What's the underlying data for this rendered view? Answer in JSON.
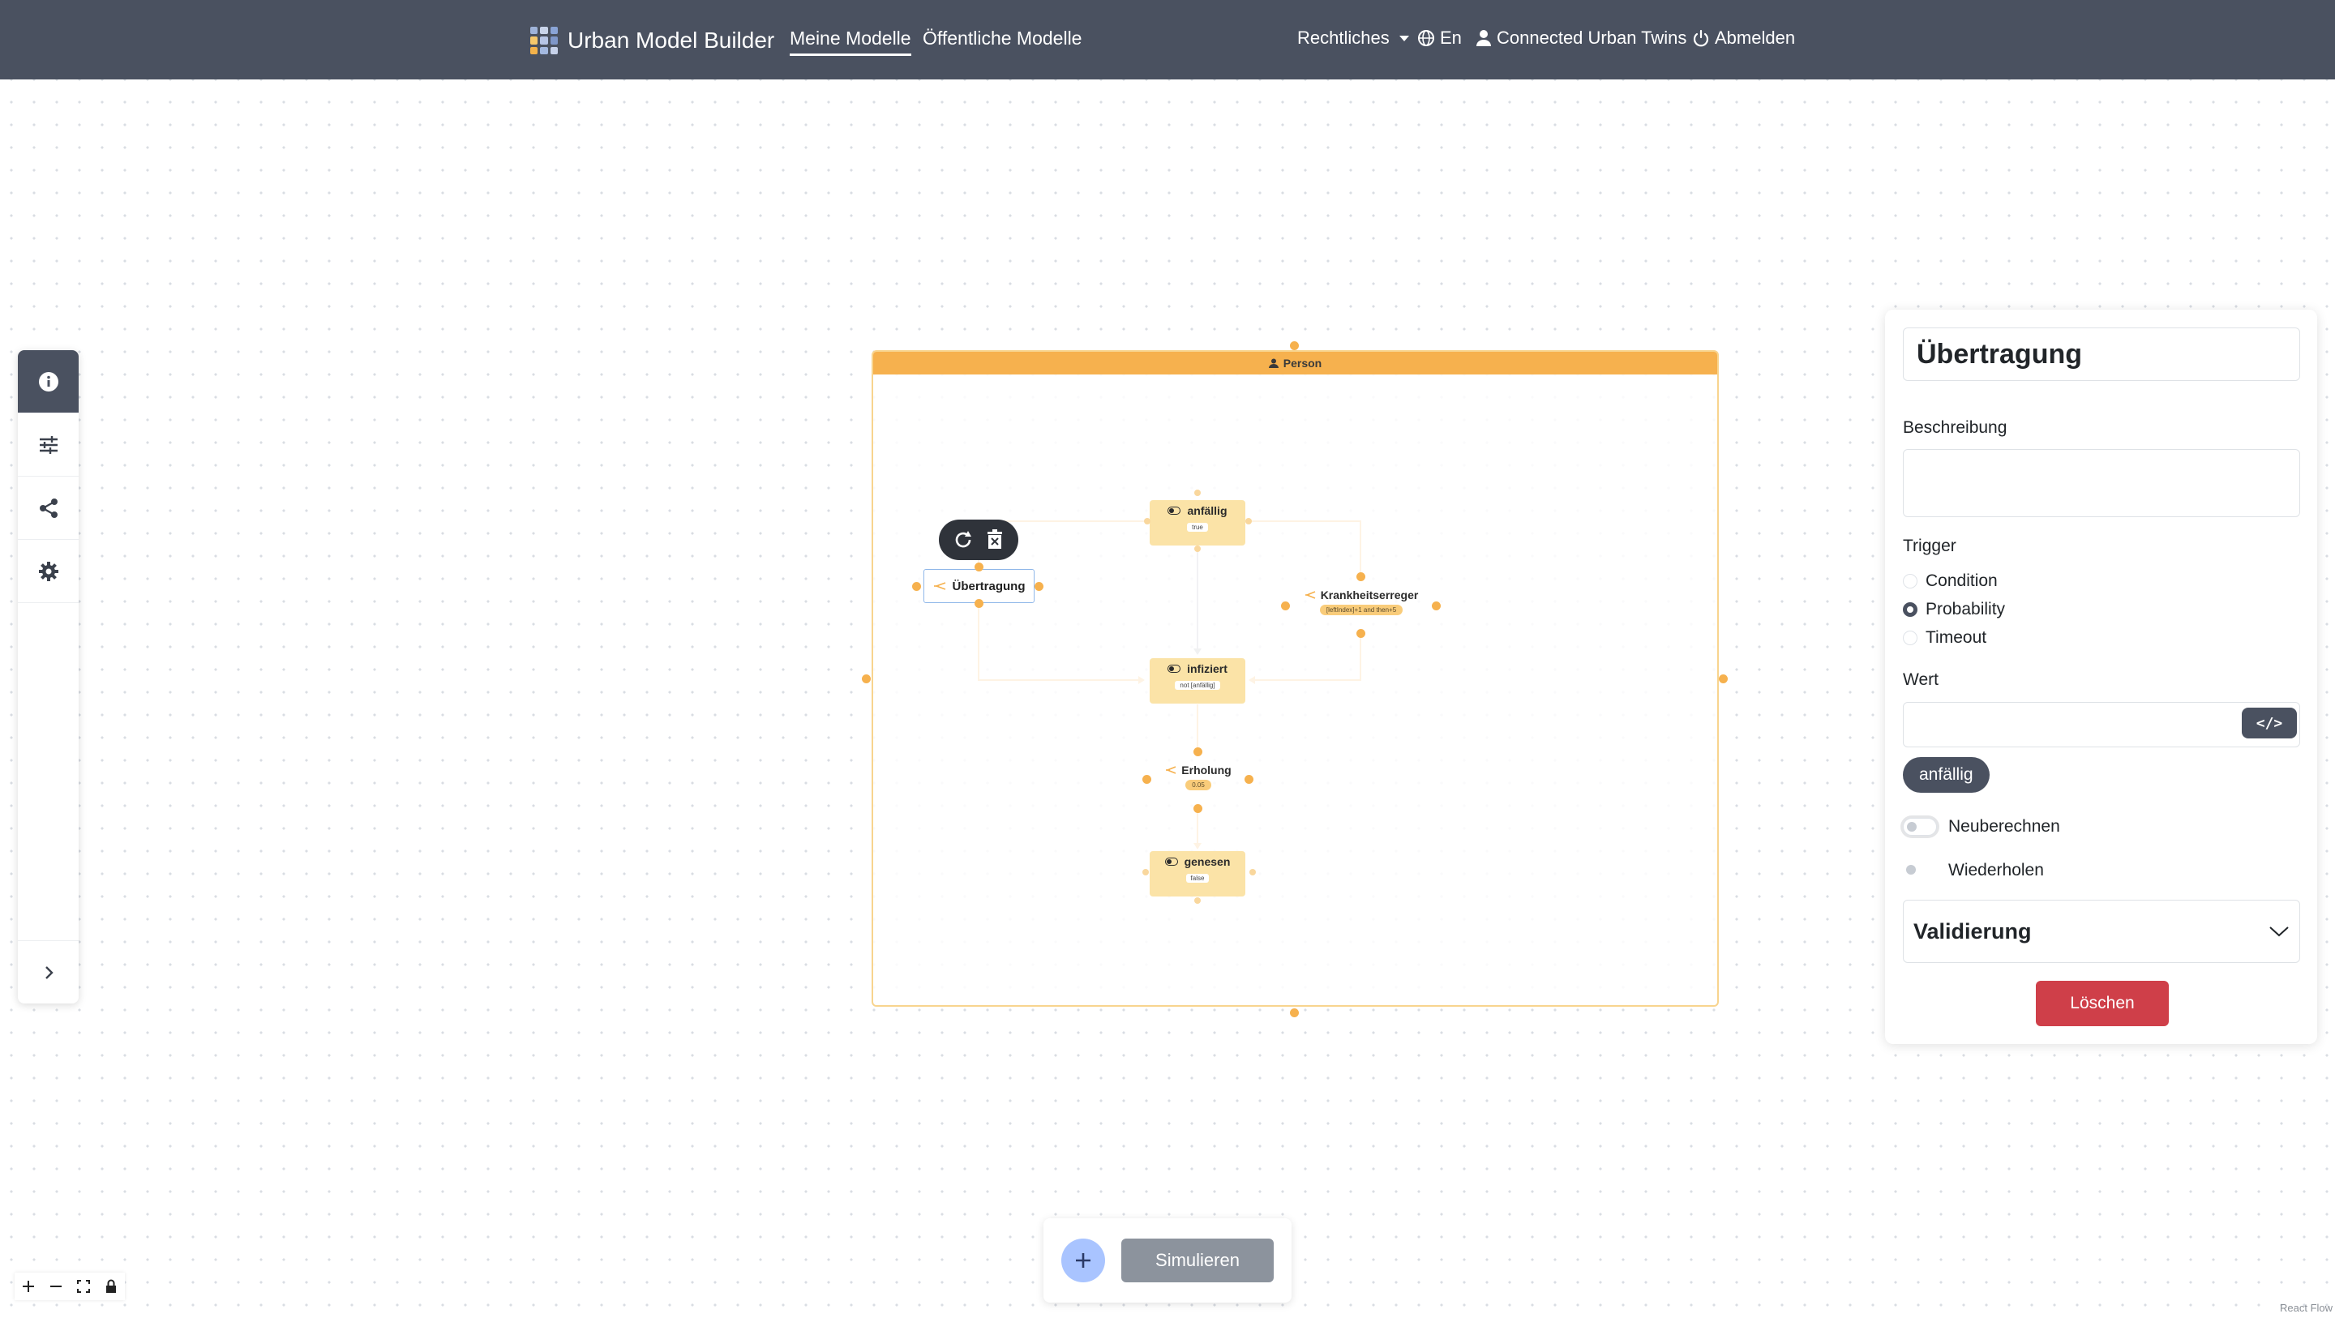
{
  "navbar": {
    "brand": "Urban Model Builder",
    "links": [
      {
        "label": "Meine Modelle",
        "active": true
      },
      {
        "label": "Öffentliche Modelle",
        "active": false
      }
    ],
    "legal": "Rechtliches",
    "language": "En",
    "user": "Connected Urban Twins",
    "logout": "Abmelden"
  },
  "left_toolbar": {
    "items": [
      "info-icon",
      "sliders-icon",
      "share-icon",
      "gear-icon"
    ],
    "collapse": "chevron-right-icon"
  },
  "canvas": {
    "group": {
      "label": "Person"
    },
    "states": [
      {
        "label": "anfällig",
        "value": "true"
      },
      {
        "label": "infiziert",
        "value": "not [anfällig]"
      },
      {
        "label": "genesen",
        "value": "false"
      }
    ],
    "transitions": [
      {
        "label": "Übertragung",
        "value": ""
      },
      {
        "label": "Krankheitserreger",
        "value": "[leftIndex]+1 and then+5"
      },
      {
        "label": "Erholung",
        "value": "0.05"
      }
    ]
  },
  "panel": {
    "title": "Übertragung",
    "description_label": "Beschreibung",
    "description": "",
    "trigger_label": "Trigger",
    "trigger_options": [
      "Condition",
      "Probability",
      "Timeout"
    ],
    "trigger_selected": "Probability",
    "value_label": "Wert",
    "value": "",
    "code_button": "</>",
    "reference_chip": "anfällig",
    "recalculate_label": "Neuberechnen",
    "recalculate": false,
    "repeat_label": "Wiederholen",
    "repeat": false,
    "validation_label": "Validierung",
    "delete_label": "Löschen"
  },
  "bottom_bar": {
    "simulate_label": "Simulieren"
  },
  "attribution": "React Flow",
  "colors": {
    "navbar": "#4a5160",
    "accent_orange": "#f6b14e",
    "state_fill": "#fbe3a7",
    "delete_red": "#cf3f49",
    "add_blue": "#a9c4ff",
    "simulate_gray": "#8c939d"
  }
}
